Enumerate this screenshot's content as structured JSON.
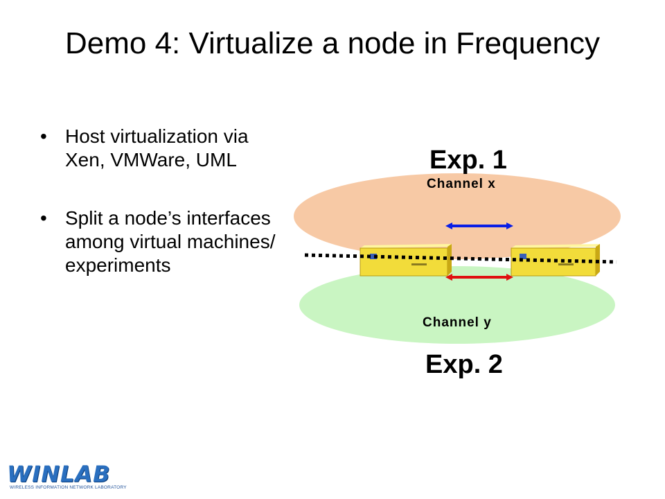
{
  "slide": {
    "title": "Demo 4: Virtualize a node in Frequency",
    "bullets": [
      "Host virtualization via Xen, VMWare, UML",
      "Split a node’s interfaces among virtual machines/ experiments"
    ]
  },
  "diagram": {
    "exp1_label": "Exp. 1",
    "channel_x_label": "Channel x",
    "channel_y_label": "Channel y",
    "exp2_label": "Exp. 2",
    "colors": {
      "exp1_region": "#f7c9a5",
      "exp2_region": "#c9f5c2",
      "upper_arrow": "#0a1ee6",
      "lower_arrow": "#e01010",
      "node": "#f2dc3a"
    }
  },
  "logo": {
    "word": "WINLAB",
    "tagline": "WIRELESS INFORMATION NETWORK LABORATORY"
  }
}
